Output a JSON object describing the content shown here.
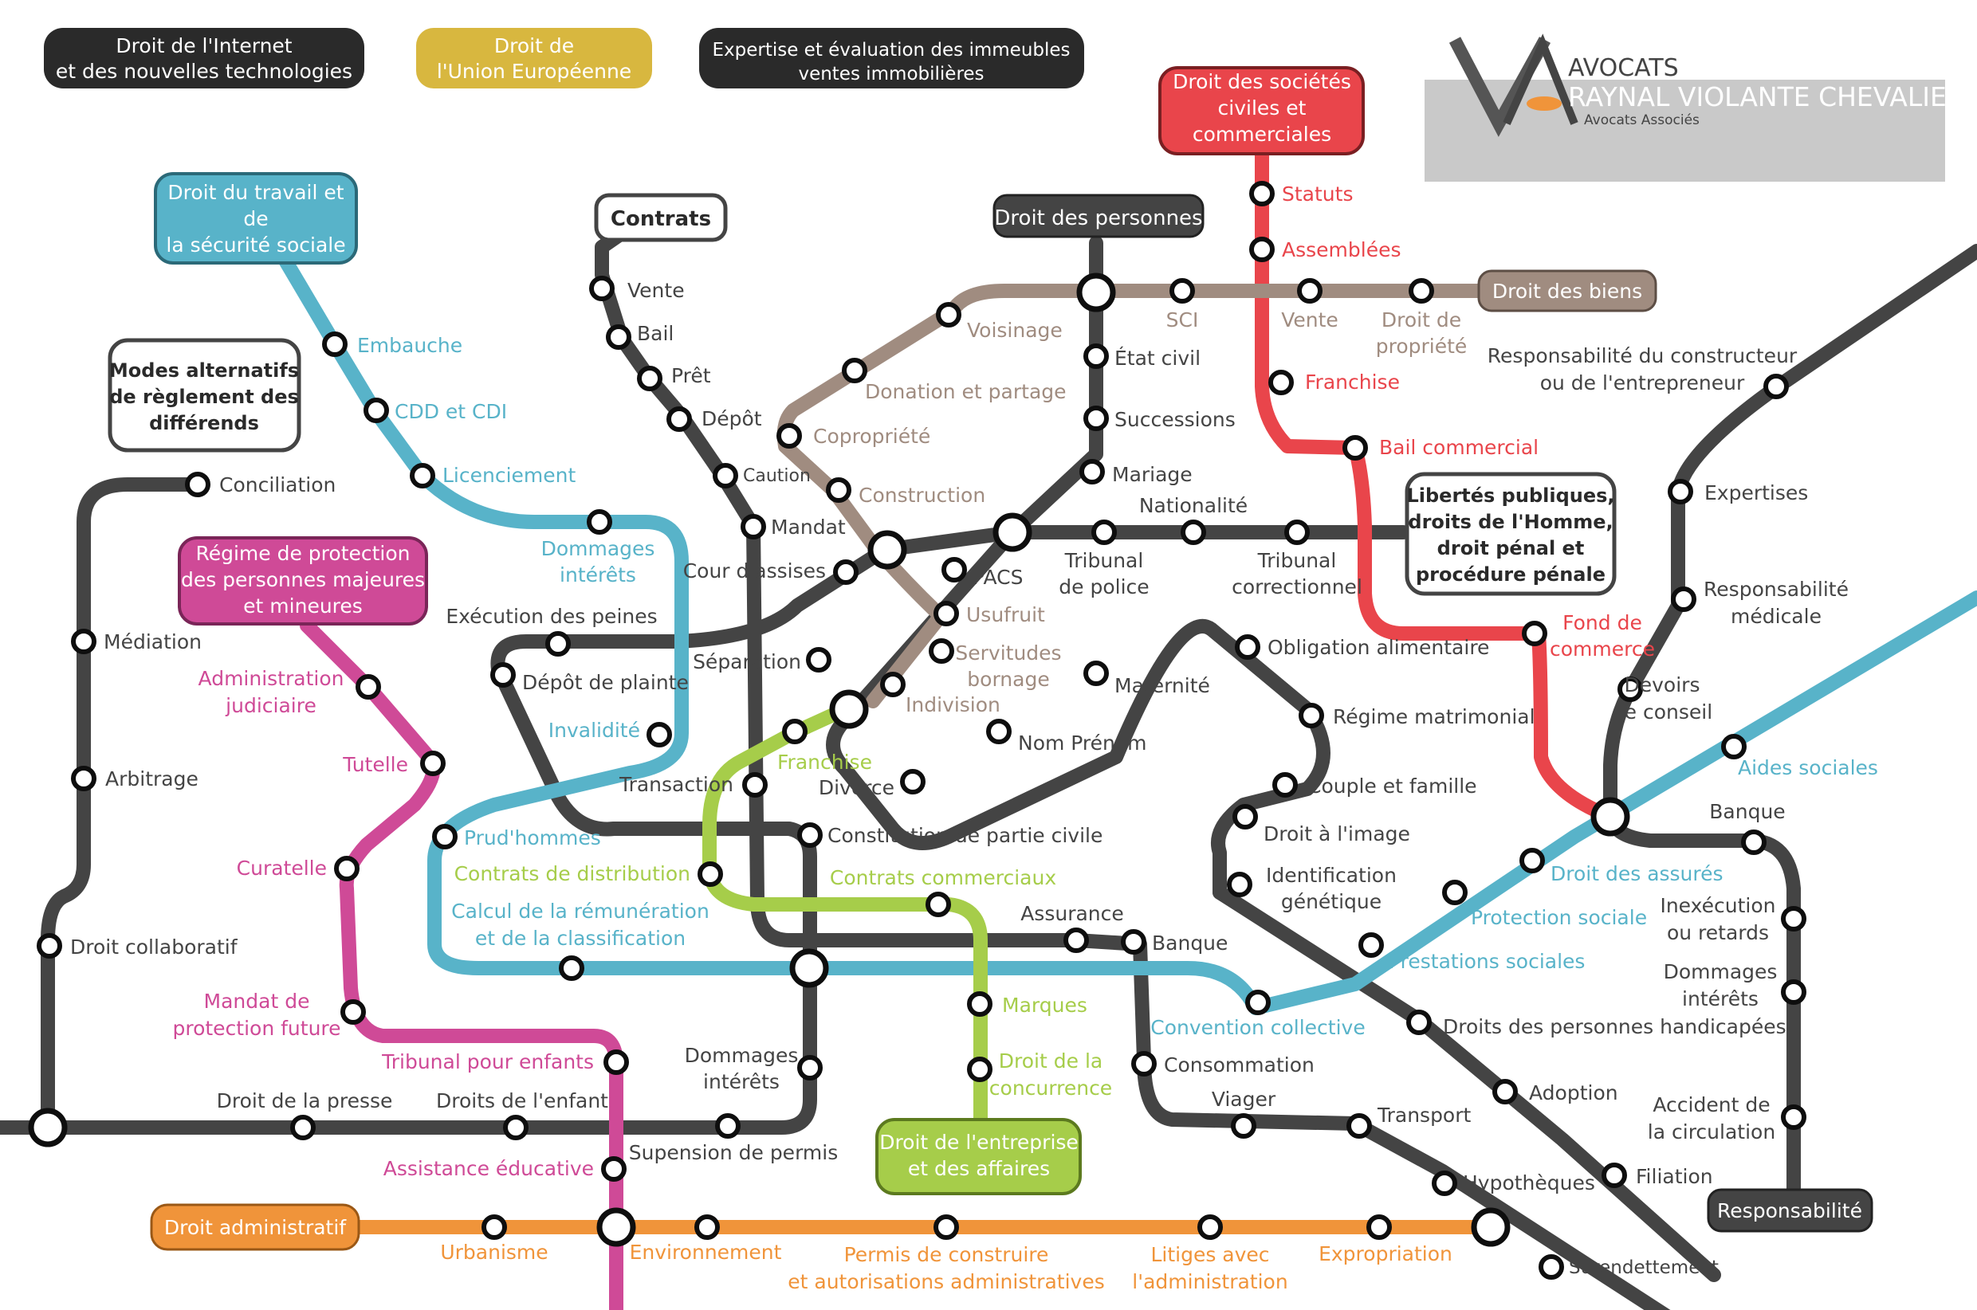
{
  "colors": {
    "gray": "#444444",
    "blue": "#58b3c9",
    "pink": "#cf4a97",
    "orange": "#f0943a",
    "green": "#a6cd4a",
    "red": "#e9454b",
    "taupe": "#a08c80",
    "yellow": "#d8b73f",
    "black": "#2a2a2a"
  },
  "logo": {
    "monogram": "VA",
    "line1": "AVOCATS",
    "line2": "RAYNAL VIOLANTE CHEVALIER",
    "line3": "Avocats Associés"
  },
  "badges": {
    "internet": [
      "Droit de l'Internet",
      "et des nouvelles technologies"
    ],
    "ue": [
      "Droit de",
      "l'Union Européenne"
    ],
    "immeubles": [
      "Expertise et évaluation des immeubles",
      "ventes immobilières"
    ],
    "societes": [
      "Droit des sociétés",
      "civiles et",
      "commerciales"
    ],
    "travail": [
      "Droit du travail et",
      "de",
      "la sécurité sociale"
    ],
    "contrats": [
      "Contrats"
    ],
    "personnes": [
      "Droit des personnes"
    ],
    "biens": [
      "Droit des biens"
    ],
    "modes": [
      "Modes alternatifs",
      "de règlement des",
      "différends"
    ],
    "regime": [
      "Régime de protection",
      "des personnes majeures",
      "et mineures"
    ],
    "libertes": [
      "Libertés publiques,",
      "droits de l'Homme,",
      "droit pénal et",
      "procédure pénale"
    ],
    "entreprise": [
      "Droit de l'entreprise",
      "et des affaires"
    ],
    "admin": [
      "Droit administratif"
    ],
    "responsabilite": [
      "Responsabilité"
    ]
  },
  "stations": {
    "statuts": [
      "Statuts"
    ],
    "assemblees": [
      "Assemblées"
    ],
    "franchise_r": [
      "Franchise"
    ],
    "bail_commercial": [
      "Bail commercial"
    ],
    "fond_commerce": [
      "Fond de",
      "commerce"
    ],
    "vente_c": [
      "Vente"
    ],
    "bail": [
      "Bail"
    ],
    "pret": [
      "Prêt"
    ],
    "depot": [
      "Dépôt"
    ],
    "caution": [
      "Caution"
    ],
    "mandat": [
      "Mandat"
    ],
    "transaction": [
      "Transaction"
    ],
    "constitution": [
      "Constitution de partie civile"
    ],
    "dommages_g": [
      "Dommages",
      "intérêts"
    ],
    "suspension": [
      "Supension de permis"
    ],
    "voisinage": [
      "Voisinage"
    ],
    "donation": [
      "Donation et partage"
    ],
    "copropriete": [
      "Copropriété"
    ],
    "construction": [
      "Construction"
    ],
    "usufruit": [
      "Usufruit"
    ],
    "servitudes": [
      "Servitudes",
      "bornage"
    ],
    "indivision": [
      "Indivision"
    ],
    "sci": [
      "SCI"
    ],
    "vente_b": [
      "Vente"
    ],
    "propriete": [
      "Droit de",
      "propriété"
    ],
    "etat_civil": [
      "État civil"
    ],
    "successions": [
      "Successions"
    ],
    "mariage": [
      "Mariage"
    ],
    "pacs": [
      "PACS"
    ],
    "separation": [
      "Séparation"
    ],
    "divorce": [
      "Divorce"
    ],
    "nom_prenom": [
      "Nom Prénom"
    ],
    "maternite": [
      "Maternité"
    ],
    "obligation": [
      "Obligation alimentaire"
    ],
    "regime_mat": [
      "Régime matrimonial"
    ],
    "couple": [
      "Couple et famille"
    ],
    "image": [
      "Droit à l'image"
    ],
    "identification": [
      "Identification",
      "génétique"
    ],
    "handicapees": [
      "Droits des personnes handicapées"
    ],
    "adoption": [
      "Adoption"
    ],
    "filiation": [
      "Filiation"
    ],
    "cour_assises": [
      "Cour d'assises"
    ],
    "execution": [
      "Exécution des peines"
    ],
    "depot_plainte": [
      "Dépôt de plainte"
    ],
    "trib_police": [
      "Tribunal",
      "de police"
    ],
    "nationalite": [
      "Nationalité"
    ],
    "trib_corr": [
      "Tribunal",
      "correctionnel"
    ],
    "embauche": [
      "Embauche"
    ],
    "cdd": [
      "CDD et CDI"
    ],
    "licenciement": [
      "Licenciement"
    ],
    "dommages_b": [
      "Dommages",
      "intérêts"
    ],
    "invalidite": [
      "Invalidité"
    ],
    "prudhommes": [
      "Prud'hommes"
    ],
    "calcul": [
      "Calcul de la rémunération",
      "et de la classification"
    ],
    "convention": [
      "Convention collective"
    ],
    "prestations": [
      "Prestations sociales"
    ],
    "protection": [
      "Protection sociale"
    ],
    "assures": [
      "Droit des assurés"
    ],
    "aides": [
      "Aides sociales"
    ],
    "conciliation": [
      "Conciliation"
    ],
    "mediation": [
      "Médiation"
    ],
    "arbitrage": [
      "Arbitrage"
    ],
    "collaboratif": [
      "Droit collaboratif"
    ],
    "presse": [
      "Droit de la presse"
    ],
    "enfant": [
      "Droits de l'enfant"
    ],
    "admin_jud": [
      "Administration",
      "judiciaire"
    ],
    "tutelle": [
      "Tutelle"
    ],
    "curatelle": [
      "Curatelle"
    ],
    "mandat_future": [
      "Mandat de",
      "protection future"
    ],
    "trib_enfants": [
      "Tribunal pour enfants"
    ],
    "assistance": [
      "Assistance éducative"
    ],
    "franchise_g": [
      "Franchise"
    ],
    "distribution": [
      "Contrats de distribution"
    ],
    "commerciaux": [
      "Contrats commerciaux"
    ],
    "marques": [
      "Marques"
    ],
    "concurrence": [
      "Droit de la",
      "concurrence"
    ],
    "assurance": [
      "Assurance"
    ],
    "banque_g": [
      "Banque"
    ],
    "consommation": [
      "Consommation"
    ],
    "viager": [
      "Viager"
    ],
    "transport": [
      "Transport"
    ],
    "hypotheques": [
      "Hypothèques"
    ],
    "surendettement": [
      "Surendettement"
    ],
    "resp_constructeur": [
      "Responsabilité du constructeur",
      "ou de l'entrepreneur"
    ],
    "expertises": [
      "Expertises"
    ],
    "resp_medicale": [
      "Responsabilité",
      "médicale"
    ],
    "devoirs": [
      "Devoirs",
      "de conseil"
    ],
    "banque_r": [
      "Banque"
    ],
    "inexecution": [
      "Inexécution",
      "ou retards"
    ],
    "dommages_r": [
      "Dommages",
      "intérêts"
    ],
    "accident": [
      "Accident de",
      "la circulation"
    ],
    "urbanisme": [
      "Urbanisme"
    ],
    "environnement": [
      "Environnement"
    ],
    "permis": [
      "Permis de construire",
      "et autorisations administratives"
    ],
    "litiges": [
      "Litiges avec",
      "l'administration"
    ],
    "expropriation": [
      "Expropriation"
    ]
  }
}
